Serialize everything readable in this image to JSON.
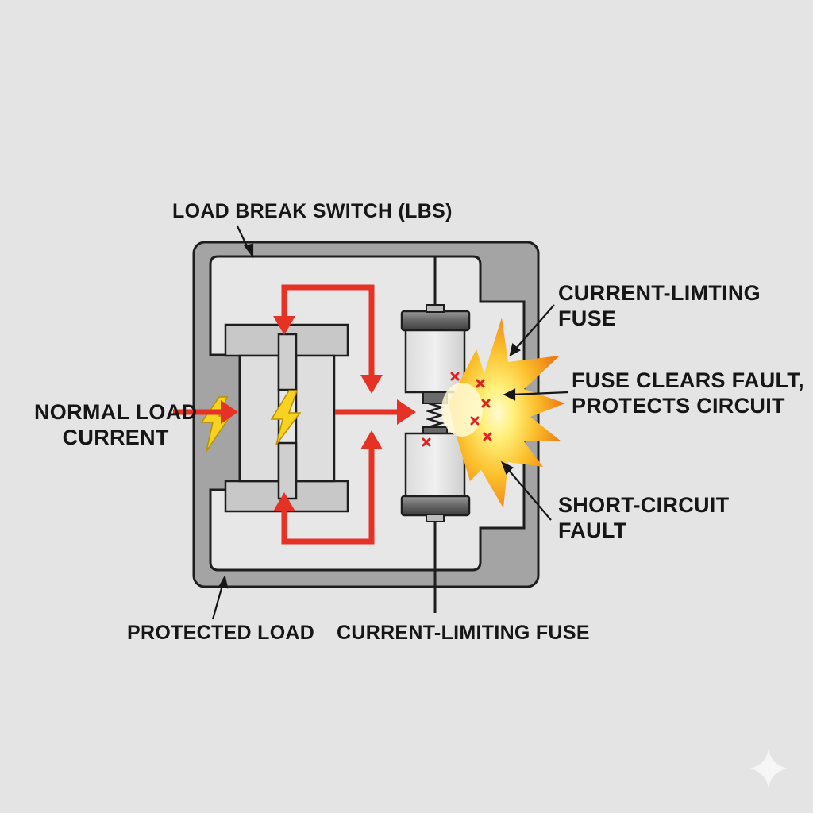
{
  "labels": {
    "lbs": "LOAD BREAK SWITCH (LBS)",
    "normal_load_line1": "NORMAL LOAD",
    "normal_load_line2": "CURRENT",
    "clf_top_line1": "CURRENT-LIMTING",
    "clf_top_line2": "FUSE",
    "clears_line1": "FUSE CLEARS FAULT,",
    "clears_line2": "PROTECTS CIRCUIT",
    "short_line1": "SHORT-CIRCUIT",
    "short_line2": "FAULT",
    "protected_load": "PROTECTED LOAD",
    "clf_bottom": "CURRENT-LIMITING FUSE"
  },
  "colors": {
    "background": "#e4e4e4",
    "enclosure_frame": "#a4a4a4",
    "enclosure_inner": "#e7e7e7",
    "outline": "#1e1e1e",
    "current_arrow": "#e63225",
    "bolt": "#f7d21e",
    "fault_burst_outer": "#f08a1a",
    "fault_burst_core": "#fff6a0",
    "fuse_cap": "#7d7d7d",
    "fault_marks": "#e02020"
  },
  "icons": {
    "lightning": "lightning-bolt-icon",
    "explosion": "explosion-burst-icon",
    "fault_mark": "x-mark-icon",
    "sparkle": "sparkle-icon"
  }
}
